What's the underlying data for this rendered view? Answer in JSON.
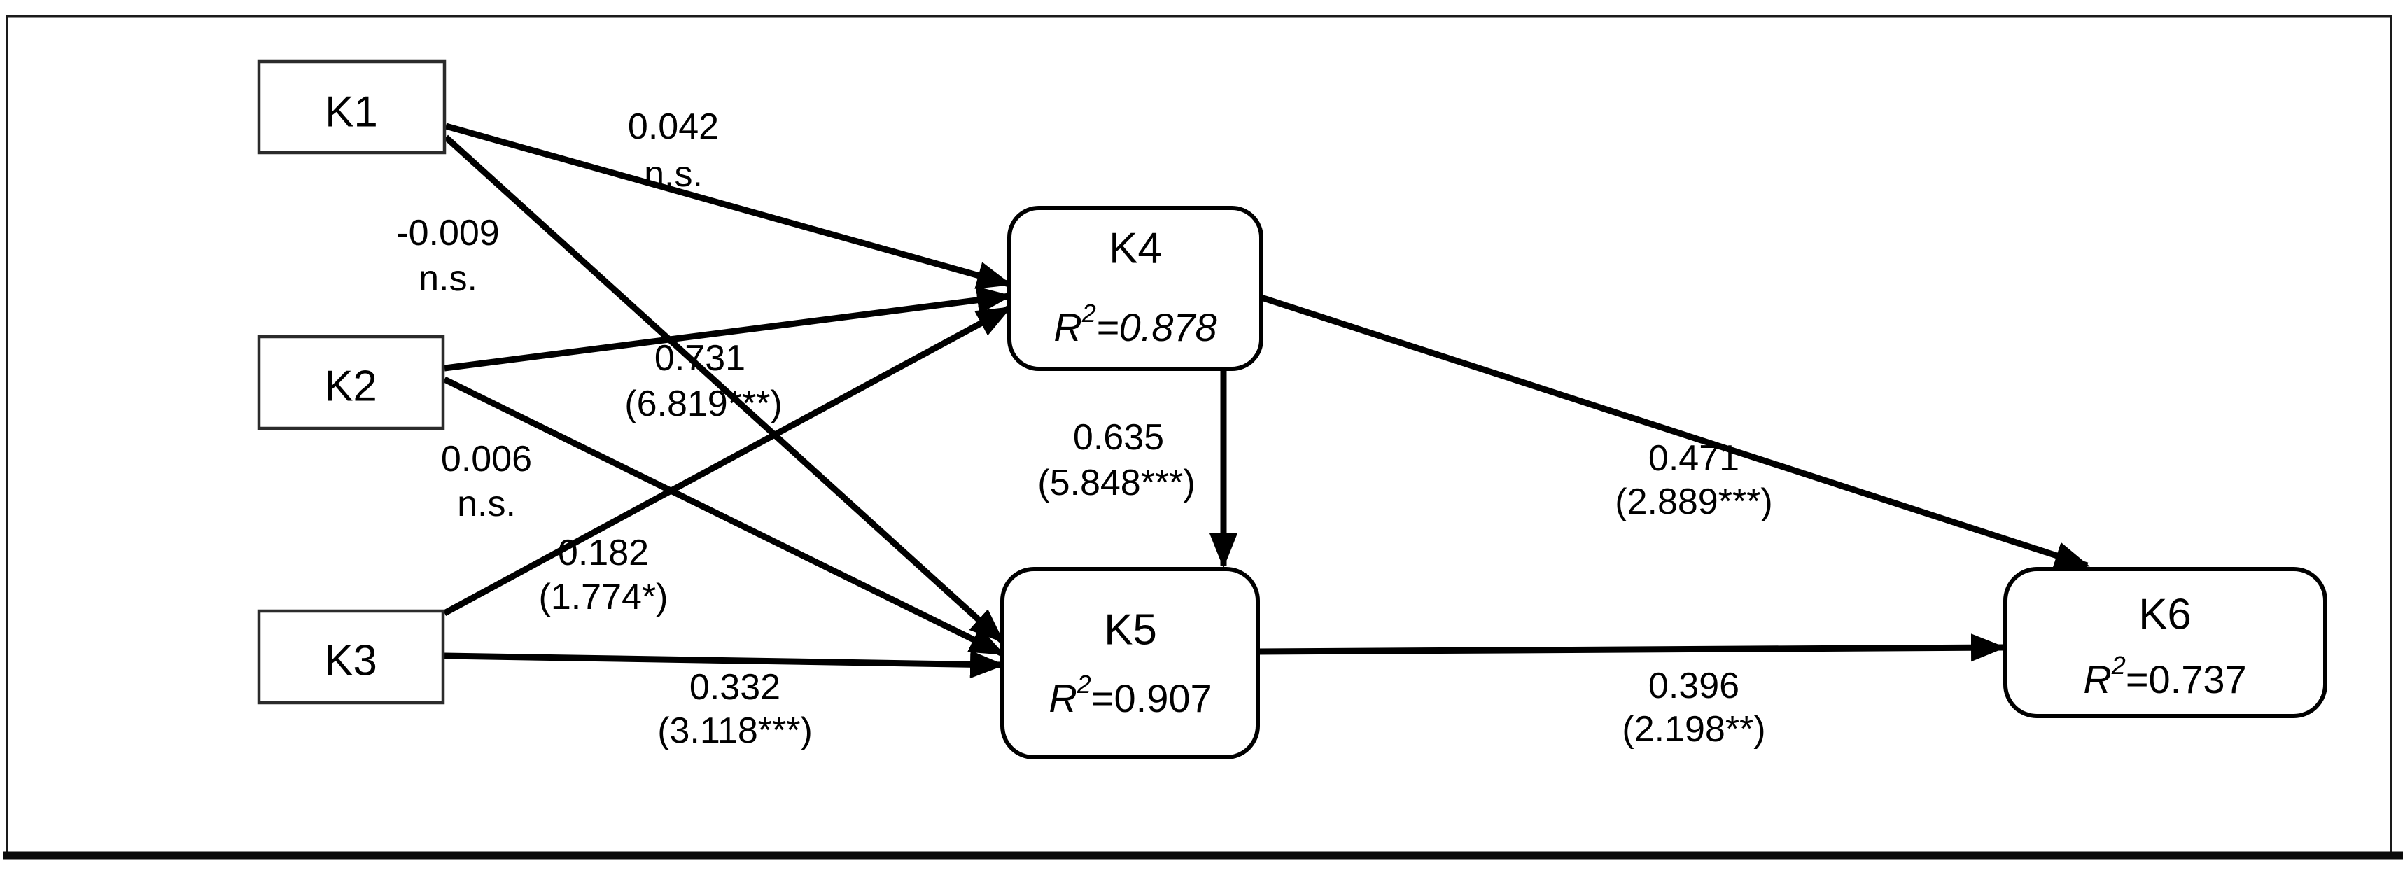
{
  "figure": {
    "type": "path-model-diagram",
    "nodes": {
      "k1": {
        "label": "K1"
      },
      "k2": {
        "label": "K2"
      },
      "k3": {
        "label": "K3"
      },
      "k4": {
        "label": "K4",
        "r": "R",
        "sup": "2",
        "value": "=0.878"
      },
      "k5": {
        "label": "K5",
        "r": "R",
        "sup": "2",
        "value": "=0.907"
      },
      "k6": {
        "label": "K6",
        "r": "R",
        "sup": "2",
        "value": "=0.737"
      }
    },
    "edges": {
      "k1_k4": {
        "from": "K1",
        "to": "K4",
        "line1": "0.042",
        "line2": "n.s."
      },
      "k1_k5": {
        "from": "K1",
        "to": "K5",
        "line1": "-0.009",
        "line2": "n.s."
      },
      "k2_k4": {
        "from": "K2",
        "to": "K4",
        "line1": "0.731",
        "line2": "(6.819***)"
      },
      "k2_k5": {
        "from": "K2",
        "to": "K5",
        "line1": "0.006",
        "line2": "n.s."
      },
      "k3_k4": {
        "from": "K3",
        "to": "K4",
        "line1": "0.182",
        "line2": "(1.774*)"
      },
      "k3_k5": {
        "from": "K3",
        "to": "K5",
        "line1": "0.332",
        "line2": "(3.118***)"
      },
      "k4_k5": {
        "from": "K4",
        "to": "K5",
        "line1": "0.635",
        "line2": "(5.848***)"
      },
      "k4_k6": {
        "from": "K4",
        "to": "K6",
        "line1": "0.471",
        "line2": "(2.889***)"
      },
      "k5_k6": {
        "from": "K5",
        "to": "K6",
        "line1": "0.396",
        "line2": "(2.198**)"
      }
    },
    "colors": {
      "line": "#000000",
      "background": "#ffffff",
      "box_border": "#2b2b2b"
    }
  }
}
